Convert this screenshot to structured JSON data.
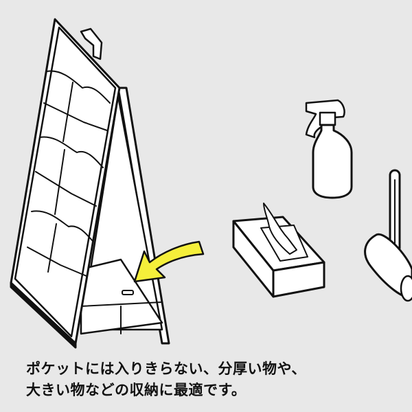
{
  "caption": {
    "line1": "ポケットには入りきらない、分厚い物や、",
    "line2": "大きい物などの収納に最適です。"
  },
  "colors": {
    "background": "#e8e8e8",
    "arrow": "#f5ef3a",
    "line": "#111111",
    "fill": "#ffffff"
  },
  "icons": [
    "a-frame-sign-stand",
    "storage-arrow",
    "spray-bottle",
    "tissue-box",
    "lint-roller"
  ]
}
